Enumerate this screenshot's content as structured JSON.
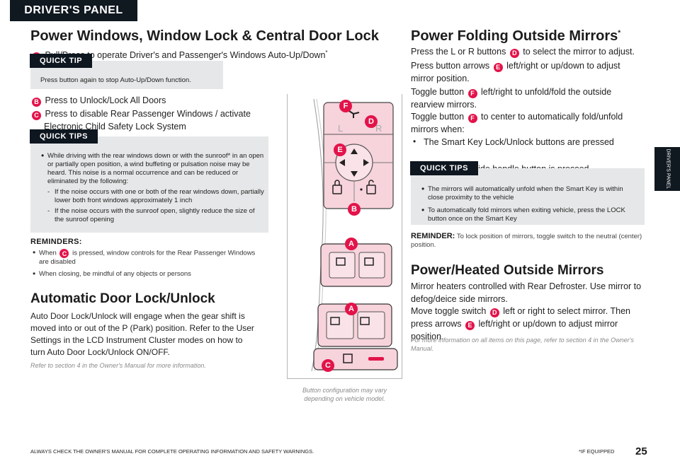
{
  "header": {
    "tab": "DRIVER'S PANEL"
  },
  "side_tab": {
    "label": "DRIVER'S PANEL"
  },
  "left": {
    "title": "Power Windows, Window Lock & Central Door Lock",
    "item_a": "Pull/Press to operate Driver's and Passenger's Windows Auto-Up/Down",
    "tip1": {
      "tag": "QUICK TIP",
      "text": "Press button again to stop Auto-Up/Down function."
    },
    "item_b": "Press to Unlock/Lock All Doors",
    "item_c_line1": "Press to disable Rear Passenger Windows / activate",
    "item_c_line2": "Electronic Child Safety Lock System",
    "tips2": {
      "tag": "QUICK TIPS",
      "b1": "While driving with the rear windows down or with the sunroof* in an open or partially open position, a wind buffeting or pulsation noise may be heard. This noise is a normal occurrence and can be reduced or eliminated by the following:",
      "d1": "If the noise occurs with one or both of the rear windows down, partially lower both front windows approximately 1 inch",
      "d2": "If the noise occurs with the sunroof open, slightly reduce the size of the sunroof opening"
    },
    "reminders": {
      "title": "REMINDERS:",
      "r1_pre": "When",
      "r1_post": "is pressed, window controls for the Rear Passenger Windows are disabled",
      "r2": "When closing, be mindful of any objects or persons"
    },
    "auto": {
      "title": "Automatic Door Lock/Unlock",
      "body": "Auto Door Lock/Unlock will engage when the gear shift is moved into or out of the P (Park) position. Refer to the User Settings in the LCD Instrument Cluster modes on how to turn Auto Door Lock/Unlock ON/OFF.",
      "ref": "Refer to section 4 in the Owner's Manual for more information."
    }
  },
  "diagram": {
    "caption": "Button configuration may vary depending on vehicle model.",
    "labels": {
      "a": "A",
      "b": "B",
      "c": "C",
      "d": "D",
      "e": "E",
      "f": "F",
      "l": "L",
      "r": "R"
    }
  },
  "right": {
    "title": "Power Folding Outside Mirrors",
    "title_star": "*",
    "p1_pre": "Press the L or R buttons",
    "p1_post": "to select the mirror to adjust.",
    "p2_pre": "Press button arrows",
    "p2_post": "left/right or up/down to adjust mirror position.",
    "p3_pre": "Toggle button",
    "p3_post": "left/right to unfold/fold the outside rearview mirrors.",
    "p4_pre": "Toggle button",
    "p4_post": "to center to automatically fold/unfold mirrors when:",
    "bullet1": "The Smart Key Lock/Unlock buttons are pressed",
    "bullet2": "The door outside handle button is pressed",
    "tips": {
      "tag": "QUICK TIPS",
      "t1": "The mirrors will automatically unfold when the Smart Key is within close proximity to the vehicle",
      "t2": "To automatically fold mirrors when exiting vehicle, press the LOCK button once on the Smart Key"
    },
    "reminder_label": "REMINDER:",
    "reminder_text": "To lock position of mirrors, toggle switch to the neutral (center) position.",
    "heated": {
      "title": "Power/Heated Outside Mirrors",
      "p1": "Mirror heaters controlled with Rear Defroster. Use mirror to defog/deice side mirrors.",
      "p2_pre": "Move toggle switch",
      "p2_mid": "left or right to select mirror. Then press arrows",
      "p2_post": "left/right or up/down to adjust mirror position."
    },
    "ref": "For more information on all items on this page, refer to section 4 in the Owner's Manual."
  },
  "footer": {
    "left": "ALWAYS CHECK THE OWNER'S MANUAL FOR COMPLETE OPERATING INFORMATION AND SAFETY WARNINGS.",
    "if_equipped": "*IF EQUIPPED",
    "page": "25"
  },
  "colors": {
    "accent": "#e3134a",
    "dark": "#101820",
    "tip_bg": "#e6e7e8",
    "pink": "#f4b8c6"
  }
}
